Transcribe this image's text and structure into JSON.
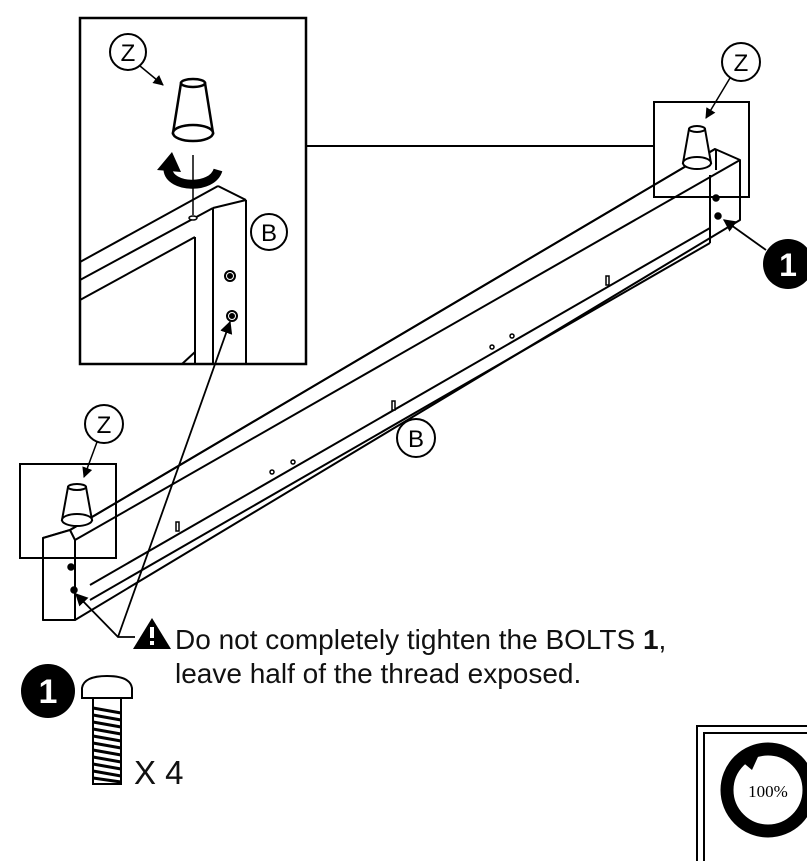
{
  "labels": {
    "part_z": "Z",
    "part_b": "B",
    "bolt_number": "1"
  },
  "warning": {
    "prefix": "Do not completely tighten the BOLTS ",
    "bold_number": "1",
    "suffix": ",",
    "line2": "leave half of the thread exposed."
  },
  "hardware": {
    "quantity": "X 4"
  },
  "progress": {
    "label": "100%",
    "value": 100
  },
  "colors": {
    "ink": "#000000",
    "paper": "#ffffff"
  }
}
